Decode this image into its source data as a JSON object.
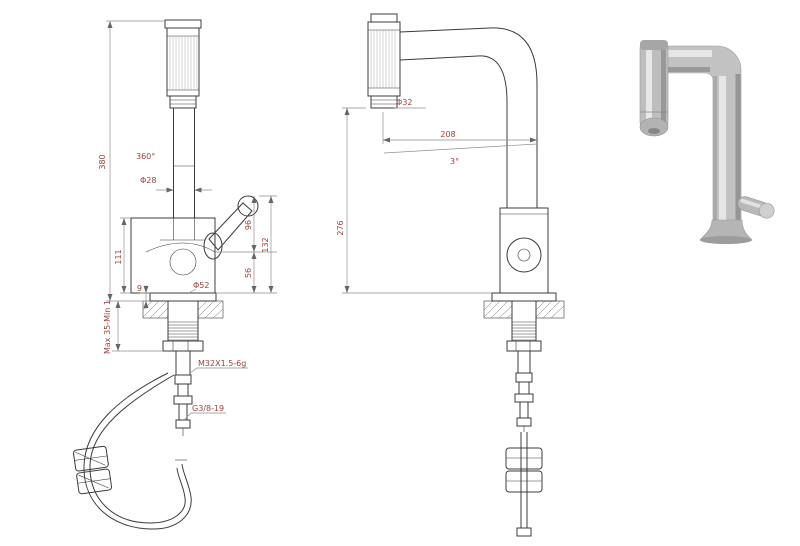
{
  "colors": {
    "line": "#3c3c3c",
    "dim_line": "#8f8f8f",
    "dim_text": "#9c3f3f"
  },
  "views": {
    "front": {
      "dims": {
        "overall_height": "380",
        "swivel_angle": "360°",
        "spout_tube_diameter": "Φ28",
        "body_height": "111",
        "handle_top_to_hub": "96",
        "handle_top_to_base": "132",
        "hub_to_base": "56",
        "base_diameter": "Φ52",
        "base_flange_height": "9",
        "deck_thickness_range": "Max 35-Min 1",
        "shank_thread": "M32X1.5-6g",
        "supply_thread": "G3/8-19"
      }
    },
    "side": {
      "dims": {
        "head_diameter": "Φ32",
        "spout_reach": "208",
        "spout_angle": "3°",
        "spout_height": "276"
      }
    }
  }
}
